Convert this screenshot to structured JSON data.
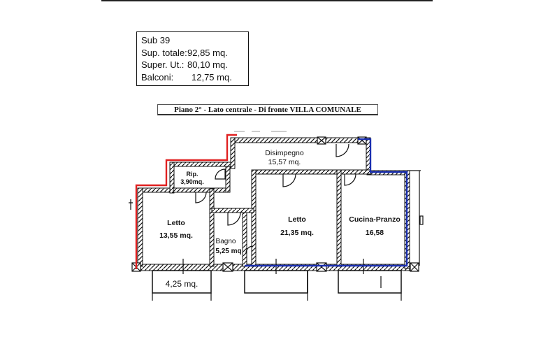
{
  "summary": {
    "sub": "Sub 39",
    "sup_totale_label": "Sup. totale:",
    "sup_totale_value": "92,85 mq.",
    "super_ut_label": "Super. Ut.:",
    "super_ut_value": "80,10 mq.",
    "balconi_label": "Balconi:",
    "balconi_value": "12,75 mq."
  },
  "floor_title": "Piano 2°  -  Lato centrale  -  Di fronte VILLA COMUNALE",
  "rooms": {
    "disimpegno": {
      "name": "Disimpegno",
      "area": "15,57  mq."
    },
    "ripostiglio": {
      "name": "Rip.",
      "area": "3,90mq."
    },
    "letto_1": {
      "name": "Letto",
      "area": "13,55 mq."
    },
    "bagno": {
      "name": "Bagno",
      "area": "5,25 mq"
    },
    "letto_2": {
      "name": "Letto",
      "area": "21,35 mq."
    },
    "cucina": {
      "name": "Cucina-Pranzo",
      "area": "16,58"
    }
  },
  "balcony": {
    "area": "4,25 mq."
  },
  "colors": {
    "wall": "#111111",
    "boundary_red": "#e02020",
    "boundary_blue": "#1a2fb0"
  }
}
